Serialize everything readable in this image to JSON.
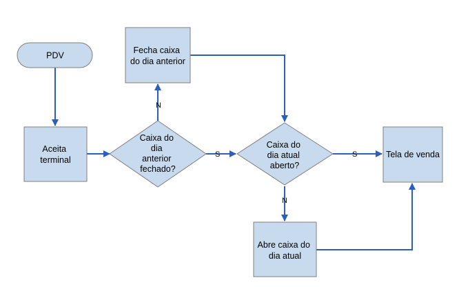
{
  "colors": {
    "node_fill": "#c8daee",
    "node_border": "#7f7f7f",
    "connector": "#2a5fbf",
    "text": "#000000"
  },
  "nodes": {
    "pdv": {
      "shape": "terminator",
      "lines": [
        "PDV"
      ]
    },
    "aceita_terminal": {
      "shape": "process",
      "lines": [
        "Aceita",
        "terminal"
      ]
    },
    "caixa_anterior_fechado": {
      "shape": "decision",
      "lines": [
        "Caixa do",
        "dia",
        "anterior",
        "fechado?"
      ]
    },
    "fecha_caixa_anterior": {
      "shape": "process",
      "lines": [
        "Fecha caixa",
        "do dia anterior"
      ]
    },
    "caixa_atual_aberto": {
      "shape": "decision",
      "lines": [
        "Caixa do",
        "dia atual",
        "aberto?"
      ]
    },
    "tela_de_venda": {
      "shape": "process",
      "lines": [
        "Tela de venda"
      ]
    },
    "abre_caixa_atual": {
      "shape": "process",
      "lines": [
        "Abre caixa do",
        "dia atual"
      ]
    }
  },
  "edges": [
    {
      "from": "pdv",
      "to": "aceita_terminal",
      "label": ""
    },
    {
      "from": "aceita_terminal",
      "to": "caixa_anterior_fechado",
      "label": ""
    },
    {
      "from": "caixa_anterior_fechado",
      "to": "fecha_caixa_anterior",
      "label": "N"
    },
    {
      "from": "caixa_anterior_fechado",
      "to": "caixa_atual_aberto",
      "label": "S"
    },
    {
      "from": "fecha_caixa_anterior",
      "to": "caixa_atual_aberto",
      "label": ""
    },
    {
      "from": "caixa_atual_aberto",
      "to": "tela_de_venda",
      "label": "S"
    },
    {
      "from": "caixa_atual_aberto",
      "to": "abre_caixa_atual",
      "label": "N"
    },
    {
      "from": "abre_caixa_atual",
      "to": "tela_de_venda",
      "label": ""
    }
  ]
}
